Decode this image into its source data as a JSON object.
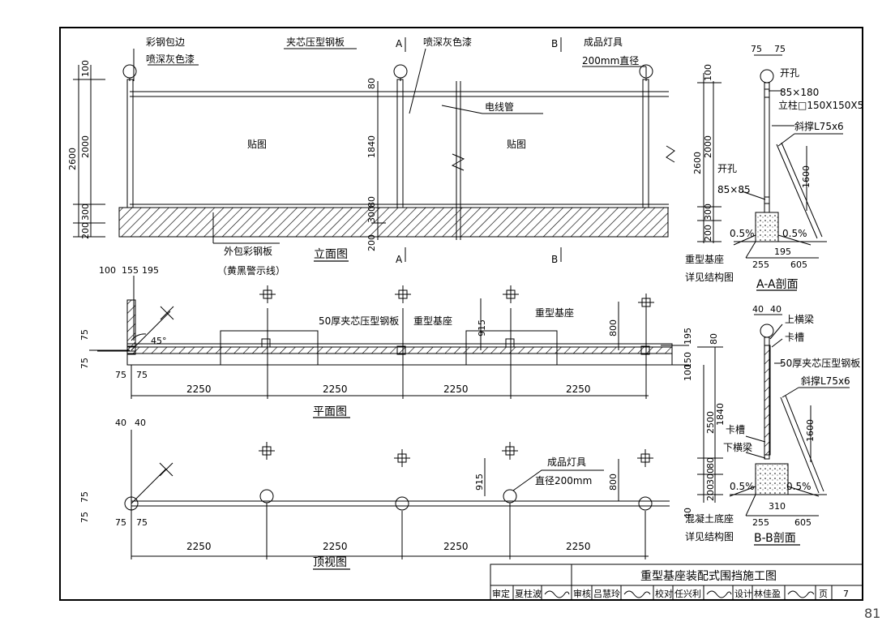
{
  "page_number": "81",
  "title_block": {
    "title": "重型基座装配式围挡施工图",
    "row": [
      "审定",
      "夏柱波",
      "审核",
      "吕慧玲",
      "校对",
      "任兴利",
      "设计",
      "林佳盈",
      "页",
      "7"
    ]
  },
  "elevation": {
    "caption": "立面图",
    "labels": {
      "edge": "彩钢包边",
      "edge_paint": "喷深灰色漆",
      "panel": "夹芯压型钢板",
      "paint": "喷深灰色漆",
      "lamp": "成品灯具",
      "lamp_dia": "200mm直径",
      "conduit": "电线管",
      "poster1": "贴图",
      "poster2": "贴图",
      "cladding": "外包彩钢板",
      "cladding_note": "（黄黑警示线）",
      "sec_a": "A",
      "sec_b": "B"
    },
    "dims": [
      "100",
      "2000",
      "300",
      "200",
      "2600",
      "80",
      "1840",
      "80",
      "300",
      "200"
    ]
  },
  "plan": {
    "caption": "平面图",
    "labels": {
      "panel": "50厚夹芯压型钢板",
      "base1": "重型基座",
      "base2": "重型基座",
      "angle": "45°"
    },
    "dims": [
      "100",
      "155",
      "195",
      "75",
      "75",
      "75",
      "75",
      "915",
      "800",
      "195",
      "150",
      "100",
      "80",
      "2250",
      "2250",
      "2250",
      "2250"
    ]
  },
  "top_view": {
    "caption": "顶视图",
    "labels": {
      "lamp": "成品灯具",
      "lamp_dia": "直径200mm"
    },
    "dims": [
      "40",
      "40",
      "75",
      "75",
      "75",
      "75",
      "915",
      "800",
      "2250",
      "2250",
      "2250",
      "2250"
    ]
  },
  "section_a": {
    "caption": "A-A剖面",
    "labels": {
      "hole1": "开孔",
      "hole1_size": "85×180",
      "post": "立柱□150X150X5",
      "brace": "斜撑L75x6",
      "hole2": "开孔",
      "hole2_size": "85×85",
      "base": "重型基座",
      "base_note": "详见结构图",
      "slope1": "0.5%",
      "slope2": "0.5%"
    },
    "dims": [
      "75",
      "75",
      "100",
      "2000",
      "2600",
      "300",
      "200",
      "1600",
      "255",
      "195",
      "605"
    ]
  },
  "section_b": {
    "caption": "B-B剖面",
    "labels": {
      "beam": "上横梁",
      "slot": "卡槽",
      "panel": "50厚夹芯压型钢板",
      "brace": "斜撑L75x6",
      "slot2": "卡槽",
      "beam2": "下横梁",
      "base": "混凝土底座",
      "base_note": "详见结构图",
      "slope1": "0.5%",
      "slope2": "0.5%"
    },
    "dims": [
      "40",
      "40",
      "1840",
      "2500",
      "80",
      "300",
      "200",
      "40",
      "1600",
      "255",
      "310",
      "605"
    ]
  }
}
